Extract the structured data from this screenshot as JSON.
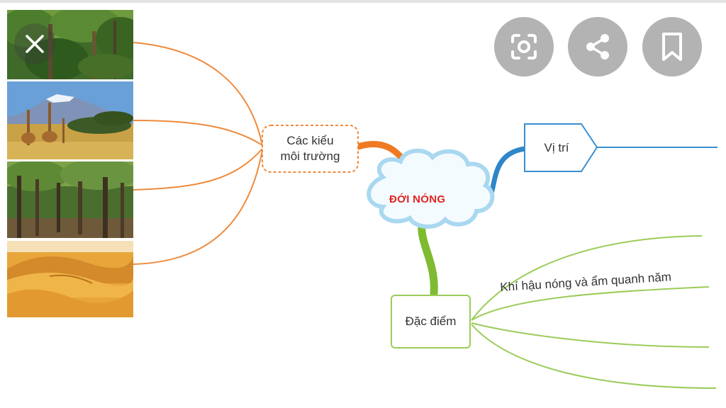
{
  "mindmap": {
    "center": "ĐỚI NÓNG",
    "node_environments": [
      "Các kiểu",
      "môi trường"
    ],
    "node_location": "Vị trí",
    "node_features": "Đặc điểm",
    "feature_branch_1": "Khí hậu nóng và ẩm quanh năm"
  },
  "images": [
    "rainforest-photo",
    "savanna-photo",
    "tropical-forest-photo",
    "desert-photo"
  ],
  "controls": {
    "close_icon": "close-icon",
    "lens_icon": "lens-icon",
    "share_icon": "share-icon",
    "bookmark_icon": "bookmark-icon"
  },
  "colors": {
    "environments_branch": "#ef8a3c",
    "location_branch": "#2f86c9",
    "features_branch": "#8fc43a",
    "center_text": "#e32222",
    "button_bg": "#b3b3b3"
  }
}
